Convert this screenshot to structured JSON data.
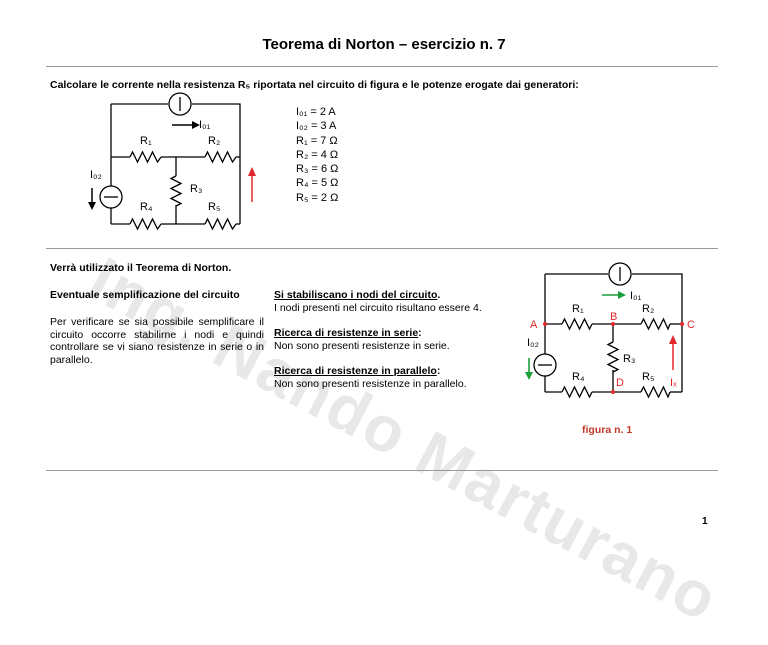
{
  "title": "Teorema di Norton – esercizio n. 7",
  "problem": "Calcolare le corrente nella resistenza R₅ riportata nel circuito di figura e le potenze erogate dai generatori:",
  "values": [
    "I₀₁ = 2 A",
    "I₀₂ = 3 A",
    "R₁ = 7 Ω",
    "R₂ = 4 Ω",
    "R₃ = 6 Ω",
    "R₄ = 5 Ω",
    "R₅ = 2 Ω"
  ],
  "intro": "Verrà utilizzato il Teorema di Norton.",
  "left_heading": "Eventuale semplificazione del circuito",
  "left_body": "Per verificare se sia possibile semplificare il circuito occorre stabilirne i nodi e quindi controllare se vi siano resistenze in serie o in parallelo.",
  "nodes_heading": "Si stabiliscano i nodi del circuito",
  "nodes_body": "I nodi presenti nel circuito risultano essere 4.",
  "series_heading": "Ricerca di resistenze in serie",
  "series_body": "Non sono presenti resistenze in serie.",
  "parallel_heading": "Ricerca di resistenze in parallelo",
  "parallel_body": "Non sono presenti resistenze in parallelo.",
  "circuit1": {
    "i01": "I₀₁",
    "i02": "I₀₂",
    "r1": "R₁",
    "r2": "R₂",
    "r3": "R₃",
    "r4": "R₄",
    "r5": "R₅"
  },
  "circuit2": {
    "i01": "I₀₁",
    "i02": "I₀₂",
    "r1": "R₁",
    "r2": "R₂",
    "r3": "R₃",
    "r4": "R₄",
    "r5": "R₅",
    "node_a": "A",
    "node_b": "B",
    "node_c": "C",
    "node_d": "D",
    "ix": "Iₓ"
  },
  "figure_caption": "figura n. 1",
  "watermark": "Ing. Nando Marturano",
  "page_number": "1",
  "colors": {
    "arrow_red": "#e3262b",
    "arrow_green": "#1a9e38",
    "node_red": "#e3262b",
    "rule": "#9a9a9a"
  }
}
